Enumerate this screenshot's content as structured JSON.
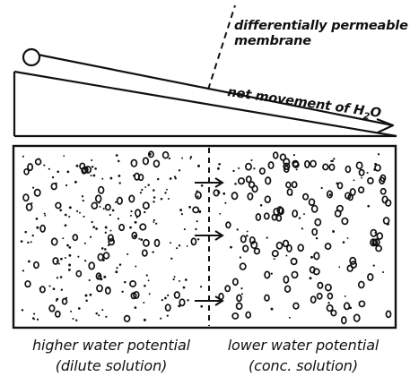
{
  "labels": {
    "membrane_line1": "differentially permeable",
    "membrane_line2": "membrane",
    "net_movement_prefix": "net movement of H",
    "net_movement_subscript": "2",
    "net_movement_suffix": "O",
    "left_title": "higher water potential",
    "left_subtitle": "(dilute solution)",
    "right_title": "lower water potential",
    "right_subtitle": "(conc. solution)"
  },
  "diagram": {
    "left_side": {
      "solute": "sparse"
    },
    "right_side": {
      "solute": "dense"
    },
    "flow_direction": "left-to-right",
    "arrow_count": 3
  },
  "colors": {
    "ink": "#111111",
    "background": "#ffffff"
  }
}
